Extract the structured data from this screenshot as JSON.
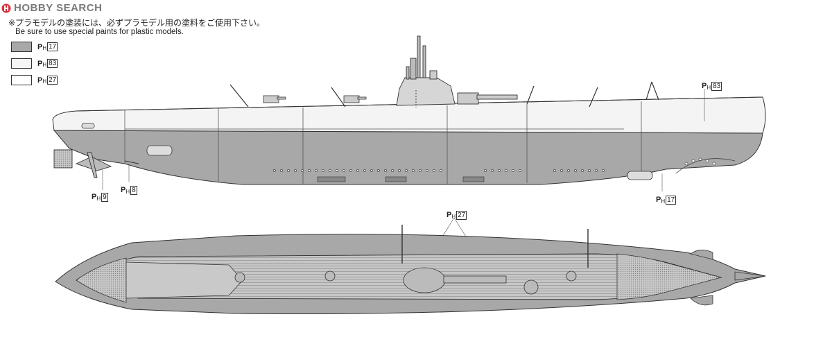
{
  "header": {
    "brand": "HOBBY SEARCH",
    "brand_icon": "hobby-search-logo-icon",
    "note_ja": "※プラモデルの塗装には、必ずプラモデル用の塗料をご使用下さい。",
    "note_en": "Be sure to use special paints for plastic models."
  },
  "legend": [
    {
      "code_prefix": "P",
      "code_sub": "H",
      "code_num": "17",
      "color": "#a8a8a8"
    },
    {
      "code_prefix": "P",
      "code_sub": "H",
      "code_num": "83",
      "color": "#f6f6f6"
    },
    {
      "code_prefix": "P",
      "code_sub": "H",
      "code_num": "27",
      "color": "#ffffff"
    }
  ],
  "callouts": {
    "hull_upper": {
      "code_prefix": "P",
      "code_sub": "H",
      "code_num": "83"
    },
    "hull_lower": {
      "code_prefix": "P",
      "code_sub": "H",
      "code_num": "17"
    },
    "propeller": {
      "code_prefix": "P",
      "code_sub": "H",
      "code_num": "9"
    },
    "rudder": {
      "code_prefix": "P",
      "code_sub": "H",
      "code_num": "8"
    },
    "deck": {
      "code_prefix": "P",
      "code_sub": "H",
      "code_num": "27"
    }
  },
  "colors": {
    "lower_hull": "#a8a8a8",
    "upper_hull": "#f4f4f4",
    "deck": "#c4c4c4",
    "outline": "#333333",
    "metal": "#b8b8b8"
  }
}
